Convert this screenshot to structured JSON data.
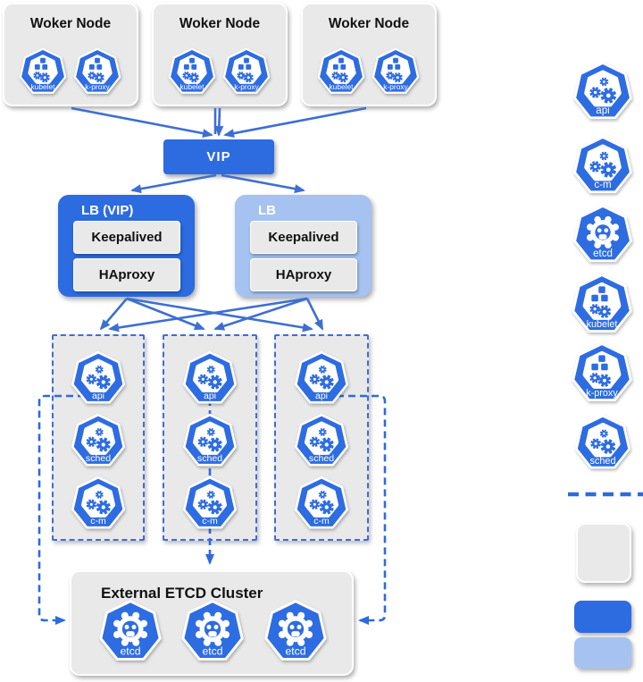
{
  "colors": {
    "icon_blue": "#2e6ce2",
    "primary_blue": "#2d6be1",
    "secondary_blue": "#a6c2f0",
    "node_gray": "#e9e9e9",
    "arrow_blue": "#3d6fd2",
    "dash_blue": "#2d6ae0"
  },
  "worker_nodes": [
    {
      "title": "Woker Node",
      "components": [
        {
          "type": "kubelet",
          "label": "kubelet"
        },
        {
          "type": "k-proxy",
          "label": "k-proxy"
        }
      ]
    },
    {
      "title": "Woker Node",
      "components": [
        {
          "type": "kubelet",
          "label": "kubelet"
        },
        {
          "type": "k-proxy",
          "label": "k-proxy"
        }
      ]
    },
    {
      "title": "Woker Node",
      "components": [
        {
          "type": "kubelet",
          "label": "kubelet"
        },
        {
          "type": "k-proxy",
          "label": "k-proxy"
        }
      ]
    }
  ],
  "vip": {
    "label": "VIP"
  },
  "load_balancers": [
    {
      "title": "LB (VIP)",
      "variant": "primary",
      "services": [
        {
          "label": "Keepalived"
        },
        {
          "label": "HAproxy"
        }
      ]
    },
    {
      "title": "LB",
      "variant": "secondary",
      "services": [
        {
          "label": "Keepalived"
        },
        {
          "label": "HAproxy"
        }
      ]
    }
  ],
  "master_nodes": [
    {
      "components": [
        {
          "type": "api",
          "label": "api"
        },
        {
          "type": "sched",
          "label": "sched"
        },
        {
          "type": "c-m",
          "label": "c-m"
        }
      ]
    },
    {
      "components": [
        {
          "type": "api",
          "label": "api"
        },
        {
          "type": "sched",
          "label": "sched"
        },
        {
          "type": "c-m",
          "label": "c-m"
        }
      ]
    },
    {
      "components": [
        {
          "type": "api",
          "label": "api"
        },
        {
          "type": "sched",
          "label": "sched"
        },
        {
          "type": "c-m",
          "label": "c-m"
        }
      ]
    }
  ],
  "etcd_cluster": {
    "title": "External ETCD Cluster",
    "components": [
      {
        "type": "etcd",
        "label": "etcd"
      },
      {
        "type": "etcd",
        "label": "etcd"
      },
      {
        "type": "etcd",
        "label": "etcd"
      }
    ]
  },
  "legend": {
    "icons": [
      {
        "type": "api",
        "label": "api"
      },
      {
        "type": "c-m",
        "label": "c-m"
      },
      {
        "type": "etcd",
        "label": "etcd"
      },
      {
        "type": "kubelet",
        "label": "kubelet"
      },
      {
        "type": "k-proxy",
        "label": "k-proxy"
      },
      {
        "type": "sched",
        "label": "sched"
      }
    ],
    "swatches": [
      {
        "name": "dashed-connection-line",
        "color": "#2d6ae0"
      },
      {
        "name": "node-box",
        "color": "#e9e9e9"
      },
      {
        "name": "primary-lb-box",
        "color": "#2d6be1"
      },
      {
        "name": "secondary-lb-box",
        "color": "#a6c2f0"
      }
    ]
  }
}
